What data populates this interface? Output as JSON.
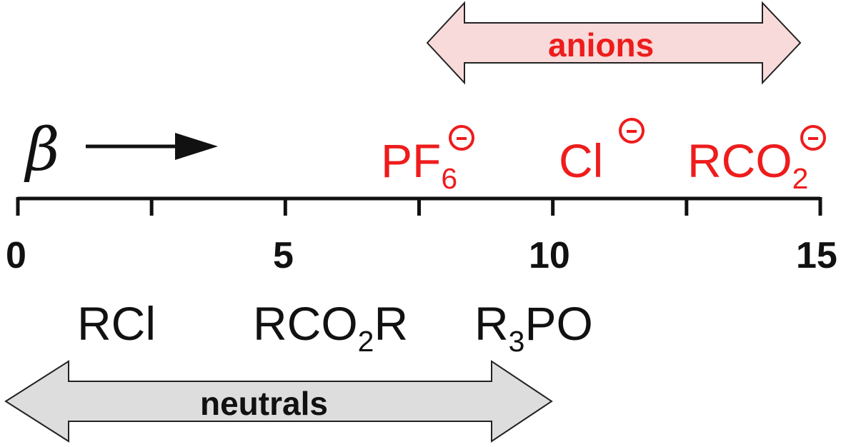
{
  "scale": {
    "symbol": "β",
    "min": 0,
    "max": 15,
    "major_ticks": [
      0,
      5,
      10,
      15
    ],
    "minor_ticks": [
      2.5,
      7.5,
      12.5
    ],
    "tick_labels": [
      "0",
      "5",
      "10",
      "15"
    ]
  },
  "anions": {
    "range_label": "anions",
    "range": [
      7.5,
      15
    ],
    "items": [
      {
        "base": "PF",
        "sub": "6",
        "charge": "negative",
        "value": 8
      },
      {
        "base": "Cl",
        "sub": "",
        "charge": "negative",
        "value": 11
      },
      {
        "base": "RCO",
        "sub": "2",
        "charge": "negative",
        "value": 14.5
      }
    ]
  },
  "neutrals": {
    "range_label": "neutrals",
    "range": [
      0,
      10
    ],
    "items": [
      {
        "pre": "RCl",
        "sub": "",
        "post": "",
        "value": 1.5
      },
      {
        "pre": "RCO",
        "sub": "2",
        "post": "R",
        "value": 5.5
      },
      {
        "pre": "R",
        "sub": "3",
        "post": "PO",
        "value": 10
      }
    ]
  },
  "colors": {
    "ink": "#111111",
    "anion": "#ee1c1c",
    "anion_fill": "#f9dada",
    "neutral_fill": "#dddddd"
  }
}
